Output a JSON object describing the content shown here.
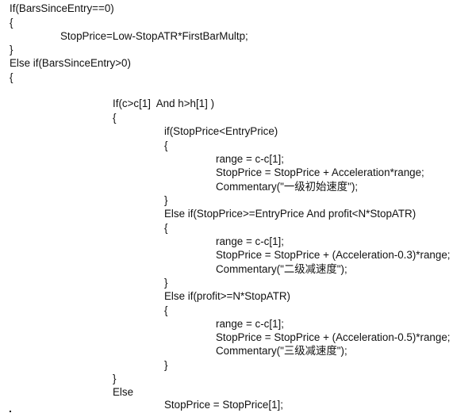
{
  "code_lines": [
    "If(BarsSinceEntry==0)",
    "{",
    "StopPrice=Low-StopATR*FirstBarMultp;",
    "}",
    "Else if(BarsSinceEntry>0)",
    "{",
    "If(c>c[1]  And h>h[1] )",
    "{",
    "if(StopPrice<EntryPrice)",
    "{",
    "range = c-c[1];",
    "StopPrice = StopPrice + Acceleration*range;",
    "Commentary(\"一级初始速度\");",
    "}",
    "Else if(StopPrice>=EntryPrice And profit<N*StopATR)",
    "{",
    "range = c-c[1];",
    "StopPrice = StopPrice + (Acceleration-0.3)*range;",
    "Commentary(\"二级减速度\");",
    "}",
    "Else if(profit>=N*StopATR)",
    "{",
    "range = c-c[1];",
    "StopPrice = StopPrice + (Acceleration-0.5)*range;",
    "Commentary(\"三级减速度\");",
    "}",
    "}",
    "Else",
    "StopPrice = StopPrice[1];"
  ],
  "colors": {
    "background": "#ffffff",
    "text": "#111111"
  }
}
